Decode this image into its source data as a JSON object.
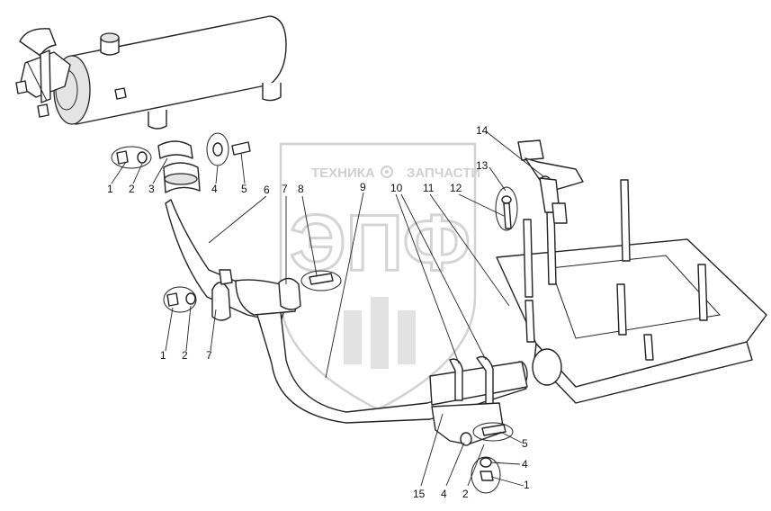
{
  "watermark": {
    "line1": "ТЕХНИКА",
    "line2": "ЗАПЧАСТИ",
    "logo": "ЭПФ",
    "gear_icon": "gear-icon"
  },
  "callouts": [
    {
      "id": "c1a",
      "text": "1"
    },
    {
      "id": "c2a",
      "text": "2"
    },
    {
      "id": "c3",
      "text": "3"
    },
    {
      "id": "c4a",
      "text": "4"
    },
    {
      "id": "c5a",
      "text": "5"
    },
    {
      "id": "c6",
      "text": "6"
    },
    {
      "id": "c7a",
      "text": "7"
    },
    {
      "id": "c8",
      "text": "8"
    },
    {
      "id": "c9",
      "text": "9"
    },
    {
      "id": "c10",
      "text": "10"
    },
    {
      "id": "c11",
      "text": "11"
    },
    {
      "id": "c12",
      "text": "12"
    },
    {
      "id": "c13",
      "text": "13"
    },
    {
      "id": "c14",
      "text": "14"
    },
    {
      "id": "c1b",
      "text": "1"
    },
    {
      "id": "c2b",
      "text": "2"
    },
    {
      "id": "c7b",
      "text": "7"
    },
    {
      "id": "c5b",
      "text": "5"
    },
    {
      "id": "c4b",
      "text": "4"
    },
    {
      "id": "c1c",
      "text": "1"
    },
    {
      "id": "c15",
      "text": "15"
    },
    {
      "id": "c4c",
      "text": "4"
    },
    {
      "id": "c2c",
      "text": "2"
    }
  ]
}
